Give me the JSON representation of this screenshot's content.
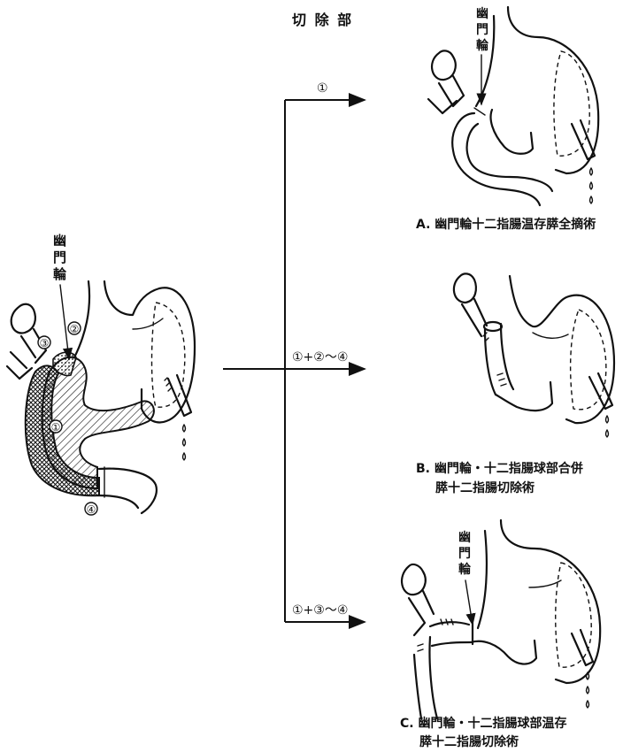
{
  "header": {
    "label": "切 除 部"
  },
  "main_figure": {
    "pylorus_label": "幽\n門\n輪",
    "markers": [
      "③",
      "②",
      "①",
      "④"
    ]
  },
  "paths": [
    {
      "label": "①"
    },
    {
      "label": "①+②〜④"
    },
    {
      "label": "①+③〜④"
    }
  ],
  "panels": [
    {
      "pylorus_label": "幽\n門\n輪",
      "caption": [
        "A. 幽門輪十二指腸温存膵全摘術"
      ]
    },
    {
      "pylorus_label": "",
      "caption": [
        "B. 幽門輪・十二指腸球部合併",
        "膵十二指腸切除術"
      ]
    },
    {
      "pylorus_label": "幽\n門\n輪",
      "caption": [
        "C. 幽門輪・十二指腸球部温存",
        "膵十二指腸切除術"
      ]
    }
  ]
}
